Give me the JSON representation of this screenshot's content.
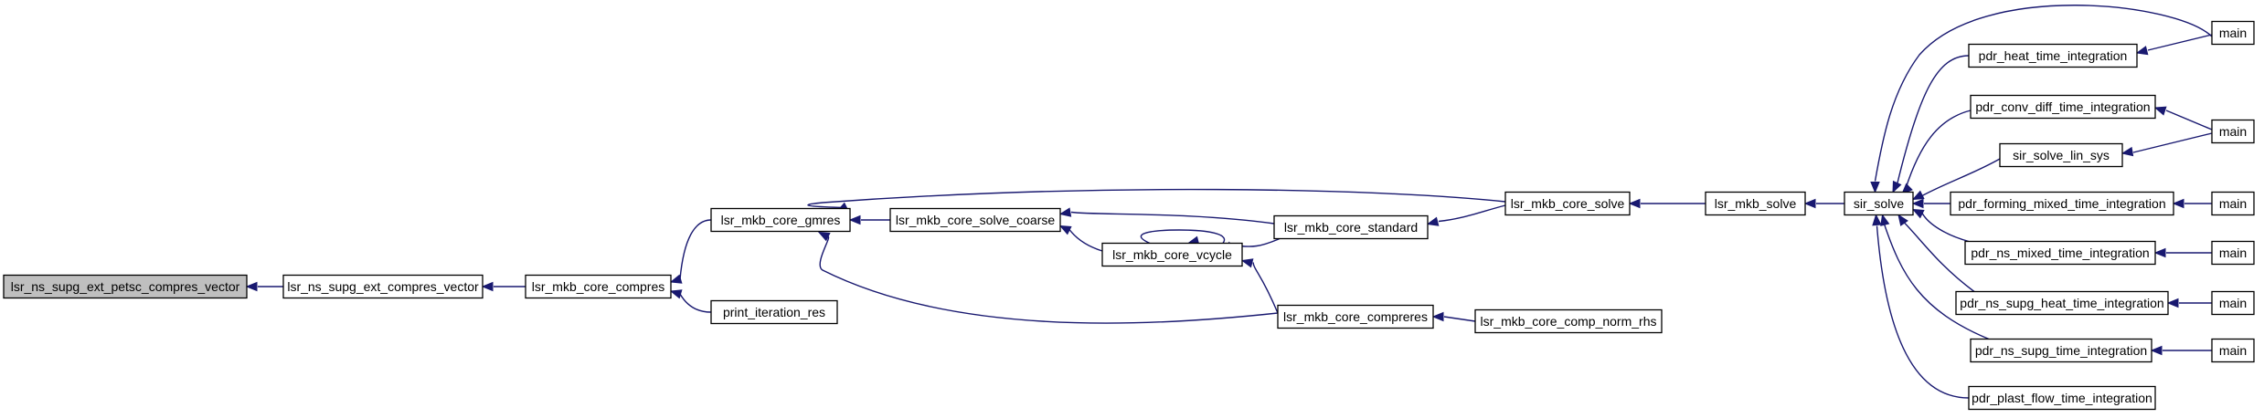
{
  "colors": {
    "node_fill": "#ffffff",
    "root_fill": "#bfbfbf",
    "node_border": "#000000",
    "edge": "#191970"
  },
  "nodes": [
    {
      "id": "n0",
      "label": "lsr_ns_supg_ext_petsc_compres_vector",
      "root": true
    },
    {
      "id": "n1",
      "label": "lsr_ns_supg_ext_compres_vector"
    },
    {
      "id": "n2",
      "label": "lsr_mkb_core_compres"
    },
    {
      "id": "n3",
      "label": "lsr_mkb_core_gmres"
    },
    {
      "id": "n4",
      "label": "print_iteration_res"
    },
    {
      "id": "n5",
      "label": "lsr_mkb_core_solve_coarse"
    },
    {
      "id": "n6",
      "label": "lsr_mkb_core_vcycle"
    },
    {
      "id": "n7",
      "label": "lsr_mkb_core_standard"
    },
    {
      "id": "n8",
      "label": "lsr_mkb_core_compreres"
    },
    {
      "id": "n9",
      "label": "lsr_mkb_core_solve"
    },
    {
      "id": "n10",
      "label": "lsr_mkb_core_comp_norm_rhs"
    },
    {
      "id": "n11",
      "label": "lsr_mkb_solve"
    },
    {
      "id": "n12",
      "label": "sir_solve"
    },
    {
      "id": "n13",
      "label": "pdr_heat_time_integration"
    },
    {
      "id": "n14",
      "label": "pdr_conv_diff_time_integration"
    },
    {
      "id": "n15",
      "label": "sir_solve_lin_sys"
    },
    {
      "id": "n16",
      "label": "pdr_forming_mixed_time_integration"
    },
    {
      "id": "n17",
      "label": "pdr_ns_mixed_time_integration"
    },
    {
      "id": "n18",
      "label": "pdr_ns_supg_heat_time_integration"
    },
    {
      "id": "n19",
      "label": "pdr_ns_supg_time_integration"
    },
    {
      "id": "n20",
      "label": "pdr_plast_flow_time_integration"
    },
    {
      "id": "m1",
      "label": "main"
    },
    {
      "id": "m2",
      "label": "main"
    },
    {
      "id": "m3",
      "label": "main"
    },
    {
      "id": "m4",
      "label": "main"
    },
    {
      "id": "m5",
      "label": "main"
    },
    {
      "id": "m6",
      "label": "main"
    }
  ],
  "edges": [
    {
      "from": "n1",
      "to": "n0"
    },
    {
      "from": "n2",
      "to": "n1"
    },
    {
      "from": "n3",
      "to": "n2"
    },
    {
      "from": "n4",
      "to": "n2"
    },
    {
      "from": "n5",
      "to": "n3"
    },
    {
      "from": "n9",
      "to": "n3"
    },
    {
      "from": "n8",
      "to": "n3"
    },
    {
      "from": "n7",
      "to": "n5"
    },
    {
      "from": "n6",
      "to": "n5"
    },
    {
      "from": "n6",
      "to": "n6"
    },
    {
      "from": "n7",
      "to": "n6"
    },
    {
      "from": "n8",
      "to": "n6"
    },
    {
      "from": "n9",
      "to": "n7"
    },
    {
      "from": "n10",
      "to": "n8"
    },
    {
      "from": "n11",
      "to": "n9"
    },
    {
      "from": "n12",
      "to": "n11"
    },
    {
      "from": "n13",
      "to": "n12"
    },
    {
      "from": "m1",
      "to": "n12"
    },
    {
      "from": "n14",
      "to": "n12"
    },
    {
      "from": "n15",
      "to": "n12"
    },
    {
      "from": "n16",
      "to": "n12"
    },
    {
      "from": "n17",
      "to": "n12"
    },
    {
      "from": "n18",
      "to": "n12"
    },
    {
      "from": "n19",
      "to": "n12"
    },
    {
      "from": "n20",
      "to": "n12"
    },
    {
      "from": "m1",
      "to": "n13"
    },
    {
      "from": "m2",
      "to": "n14"
    },
    {
      "from": "m2",
      "to": "n15"
    },
    {
      "from": "m3",
      "to": "n16"
    },
    {
      "from": "m4",
      "to": "n17"
    },
    {
      "from": "m5",
      "to": "n18"
    },
    {
      "from": "m6",
      "to": "n19"
    }
  ]
}
